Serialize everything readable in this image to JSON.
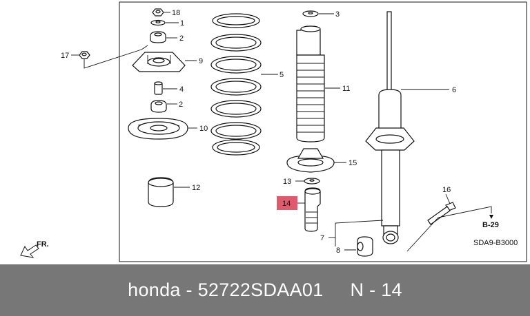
{
  "callouts": {
    "c1": "1",
    "c2a": "2",
    "c2b": "2",
    "c3": "3",
    "c4": "4",
    "c5": "5",
    "c6": "6",
    "c7": "7",
    "c8": "8",
    "c9": "9",
    "c10": "10",
    "c11": "11",
    "c12": "12",
    "c13": "13",
    "c14": "14",
    "c15": "15",
    "c16": "16",
    "c17": "17",
    "c18": "18"
  },
  "front_marker": "FR.",
  "reference_label": "B-29",
  "diagram_code": "SDA9-B3000",
  "caption": "honda - 52722SDAA01     N - 14",
  "colors": {
    "highlight": "#e05a6e",
    "caption_bar": "#777777",
    "caption_text": "#ffffff"
  }
}
